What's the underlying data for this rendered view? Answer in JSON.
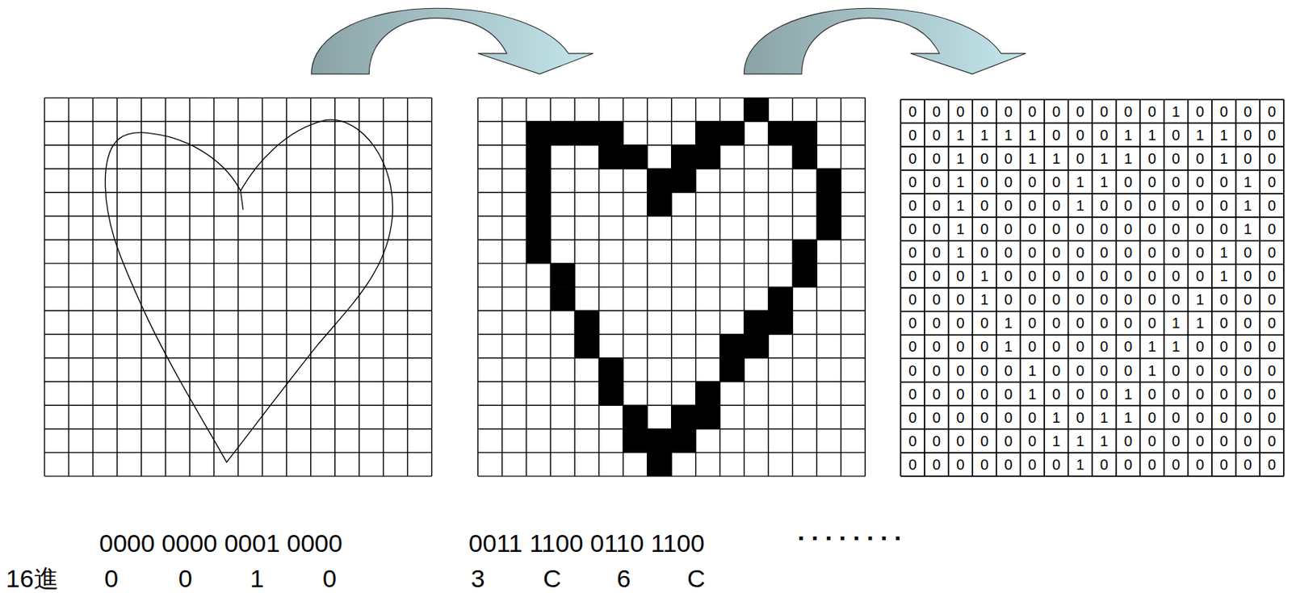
{
  "diagram": {
    "labels": [
      "0",
      "0",
      "0",
      "0",
      "0",
      "0",
      "0",
      "0",
      "0",
      "0",
      "0",
      "1",
      "0",
      "0",
      "0",
      "0",
      "0",
      "0",
      "1",
      "1",
      "1",
      "1",
      "0",
      "0",
      "0",
      "1",
      "1",
      "0",
      "1",
      "1",
      "0",
      "0",
      "0",
      "0",
      "1",
      "0",
      "0",
      "1",
      "1",
      "0",
      "1",
      "1",
      "0",
      "0",
      "0",
      "1",
      "0",
      "0",
      "0",
      "0",
      "1",
      "0",
      "0",
      "0",
      "0",
      "1",
      "1",
      "0",
      "0",
      "0",
      "0",
      "0",
      "1",
      "0",
      "0",
      "0",
      "1",
      "0",
      "0",
      "0",
      "0",
      "1",
      "0",
      "0",
      "0",
      "0",
      "0",
      "0",
      "1",
      "0",
      "0",
      "0",
      "1",
      "0",
      "0",
      "0",
      "0",
      "0",
      "0",
      "0",
      "0",
      "0",
      "0",
      "0",
      "1",
      "0",
      "0",
      "0",
      "1",
      "0",
      "0",
      "0",
      "0",
      "0",
      "0",
      "0",
      "0",
      "0",
      "0",
      "1",
      "0",
      "0",
      "0",
      "0",
      "0",
      "1",
      "0",
      "0",
      "0",
      "0",
      "0",
      "0",
      "0",
      "0",
      "0",
      "1",
      "0",
      "0",
      "0",
      "0",
      "0",
      "1",
      "0",
      "0",
      "0",
      "0",
      "0",
      "0",
      "0",
      "0",
      "1",
      "0",
      "0",
      "0",
      "0",
      "0",
      "0",
      "0",
      "1",
      "0",
      "0",
      "0",
      "0",
      "0",
      "0",
      "1",
      "1",
      "0",
      "0",
      "0",
      "0",
      "0",
      "0",
      "0",
      "1",
      "0",
      "0",
      "0",
      "0",
      "0",
      "1",
      "1",
      "0",
      "0",
      "0",
      "0",
      "0",
      "0",
      "0",
      "0",
      "0",
      "1",
      "0",
      "0",
      "0",
      "0",
      "1",
      "0",
      "0",
      "0",
      "0",
      "0",
      "0",
      "0",
      "0",
      "0",
      "0",
      "1",
      "0",
      "0",
      "0",
      "1",
      "0",
      "0",
      "0",
      "0",
      "0",
      "0",
      "0",
      "0",
      "0",
      "0",
      "0",
      "0",
      "1",
      "0",
      "1",
      "1",
      "0",
      "0",
      "0",
      "0",
      "0",
      "0",
      "0",
      "0",
      "0",
      "0",
      "0",
      "0",
      "1",
      "1",
      "1",
      "0",
      "0",
      "0",
      "0",
      "0",
      "0",
      "0",
      "0",
      "0",
      "0",
      "0",
      "0",
      "0",
      "0",
      "1",
      "0",
      "0",
      "0",
      "0",
      "0",
      "0",
      "0",
      "0",
      "0000 0000 0001 0000",
      "0011 1100 0110 1100",
      "········",
      "16進",
      "0",
      "0",
      "1",
      "0",
      "3",
      "C",
      "6",
      "C"
    ]
  }
}
